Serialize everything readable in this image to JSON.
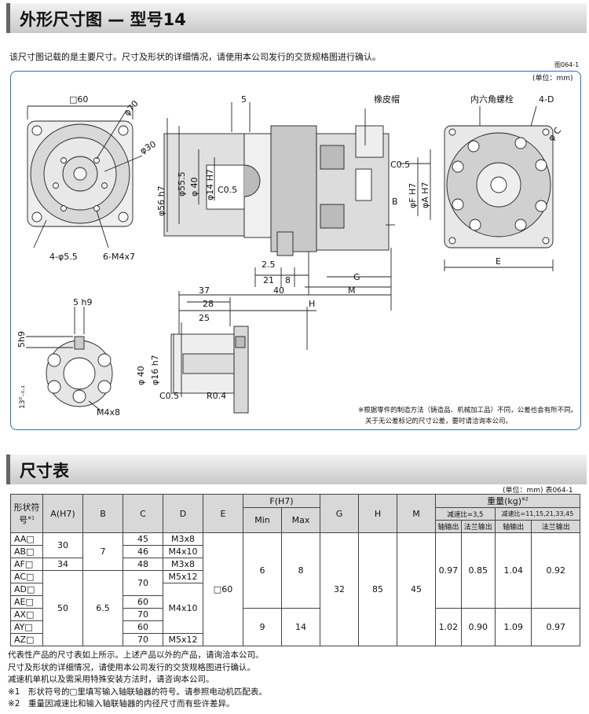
{
  "section1_title": "外形尺寸图 — 型号14",
  "intro_note": "该尺寸图记载的是主要尺寸。尺寸及形状的详细情况，请使用本公司发行的交货规格图进行确认。",
  "fig_id": "图064-1",
  "unit": "(单位：mm)",
  "drawing": {
    "front_left": {
      "sq": "□60",
      "d70": "φ70",
      "d30": "φ30",
      "holes1": "4-φ5.5",
      "holes2": "6-M4x7"
    },
    "side": {
      "d56": "φ56 h7",
      "d55": "φ55.5",
      "d40": "φ 40",
      "d14": "φ14 H7",
      "c05a": "C0.5",
      "c05b": "C0.5",
      "d5": "5",
      "d25": "2.5",
      "d21": "21",
      "d8": "8",
      "d40b": "40",
      "d37": "37",
      "G": "G",
      "M": "M",
      "H": "H",
      "rubber": "橡皮帽",
      "B": "B",
      "F": "φF H7",
      "A": "φA H7"
    },
    "front_right": {
      "bolt": "内六角螺栓",
      "D": "4-D",
      "C": "φ C",
      "E": "E"
    },
    "shaft_front": {
      "key": "5 h9",
      "d5": "5h9",
      "d13": "13⁰₋₀.₁",
      "m4": "M4x8"
    },
    "shaft_side": {
      "d28": "28",
      "d25": "25",
      "d40": "φ 40",
      "d16": "φ16 h7",
      "c05": "C0.5",
      "r04": "R0.4"
    },
    "footnote1": "※根据零件的制造方法（铸造品、机械加工品）不同，公差也会有所不同。",
    "footnote2": "关于无公差标记的尺寸公差，要时请洽询本公司。"
  },
  "section2_title": "尺寸表",
  "table_unit": "(单位：mm)",
  "table_id": "表064-1",
  "table": {
    "h_shape": "形状符号",
    "h_shape_mark": "※1",
    "h_A": "A(H7)",
    "h_B": "B",
    "h_C": "C",
    "h_D": "D",
    "h_E": "E",
    "h_F": "F(H7)",
    "h_Fmin": "Min",
    "h_Fmax": "Max",
    "h_G": "G",
    "h_H": "H",
    "h_M": "M",
    "h_weight": "重量(kg)",
    "h_weight_mark": "※2",
    "h_ratio1": "减速比=3,5",
    "h_ratio2": "减速比=11,15,21,33,45",
    "h_shaft": "轴输出",
    "h_flange": "法兰输出",
    "shapes": [
      "AA□",
      "AB□",
      "AF□",
      "AC□",
      "AD□",
      "AE□",
      "AX□",
      "AY□",
      "AZ□"
    ],
    "A1": "30",
    "A2": "34",
    "A3": "50",
    "B1": "7",
    "B2": "6.5",
    "C": [
      "45",
      "46",
      "48",
      "70",
      "60",
      "70",
      "60",
      "70"
    ],
    "D": [
      "M3x8",
      "M4x10",
      "M3x8",
      "M5x12",
      "M4x10",
      "M5x12"
    ],
    "E": "□60",
    "Fmin1": "6",
    "Fmax1": "8",
    "Fmin2": "9",
    "Fmax2": "14",
    "G": "32",
    "H": "85",
    "M": "45",
    "w1": [
      "0.97",
      "0.85",
      "1.04",
      "0.92"
    ],
    "w2": [
      "1.02",
      "0.90",
      "1.09",
      "0.97"
    ]
  },
  "footer_notes": [
    "代表性产品的尺寸表如上所示。上述产品以外的产品，请询洽本公司。",
    "尺寸及形状的详细情况，请使用本公司发行的交货规格图进行确认。",
    "减速机单机以及需采用特殊安装方法时，请咨询本公司。",
    "※1　形状符号的□里填写输入轴联轴器的符号。请参照电动机匹配表。",
    "※2　重量因减速比和输入轴联轴器的内径尺寸而有些许差异。"
  ]
}
